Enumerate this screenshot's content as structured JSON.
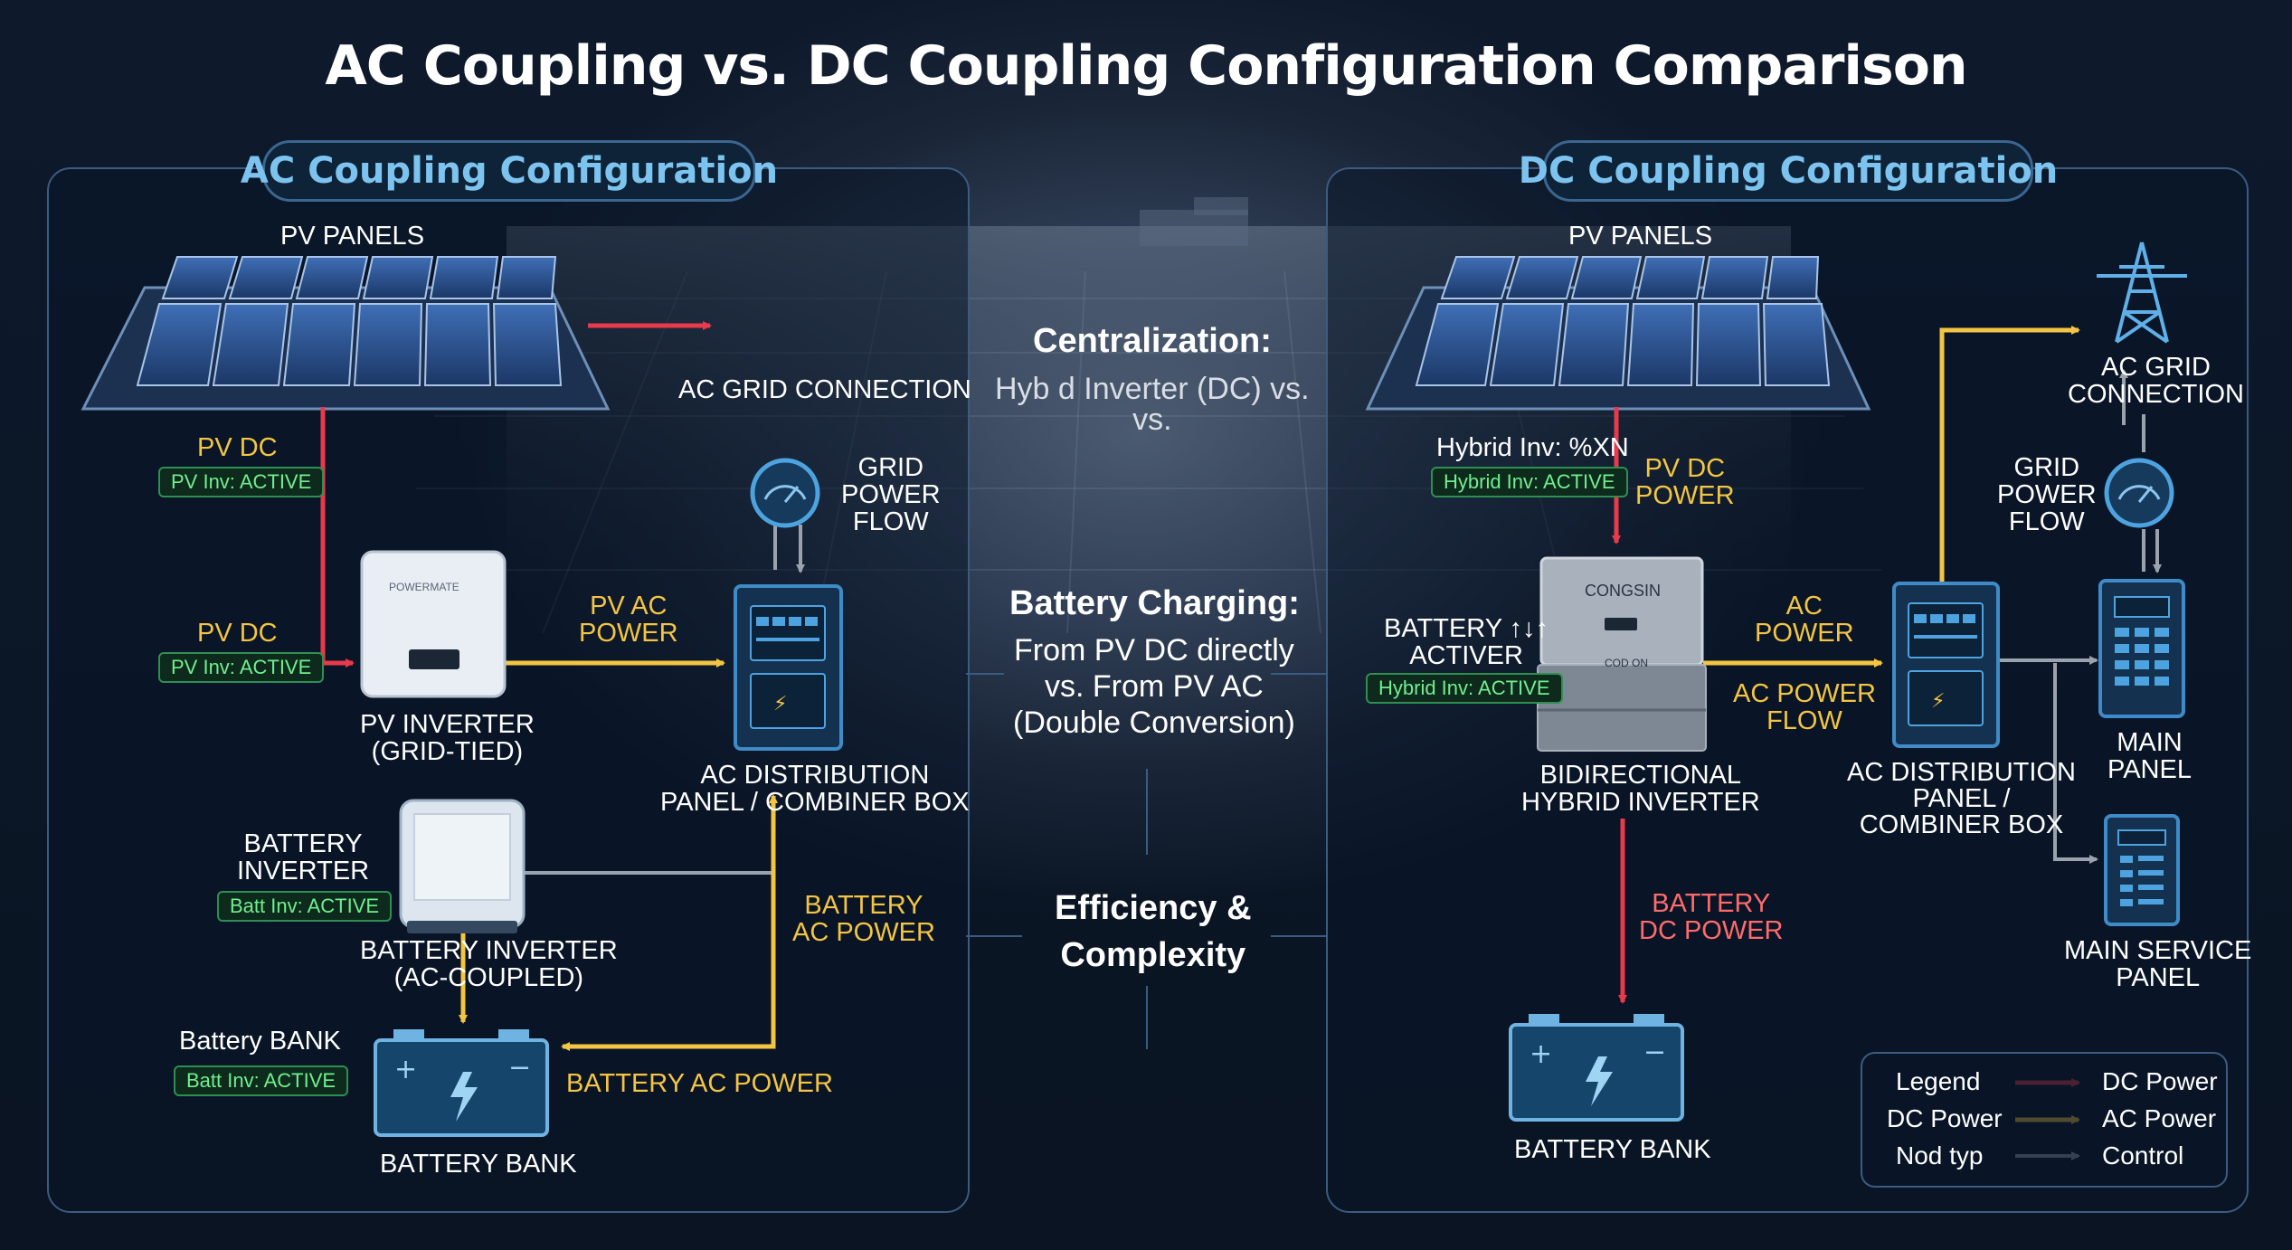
{
  "title": "AC Coupling vs. DC Coupling Configuration Comparison",
  "colors": {
    "dc_power": "#e83a4a",
    "ac_power": "#f4c542",
    "control": "#9aa3ad",
    "accent": "#7cc4ef",
    "active_badge": "#6ff08d"
  },
  "ac_section": {
    "header": "AC Coupling Configuration",
    "pv_panels": "PV PANELS",
    "ac_grid_connection": "AC GRID CONNECTION",
    "pv_dc_1": "PV DC",
    "pv_inv_active_1": "PV Inv: ACTIVE",
    "pv_dc_2": "PV DC",
    "pv_inv_active_2": "PV Inv: ACTIVE",
    "pv_inverter": [
      "PV INVERTER",
      "(GRID-TIED)"
    ],
    "pv_ac_power": [
      "PV AC",
      "POWER"
    ],
    "grid_power_flow": [
      "GRID",
      "POWER",
      "FLOW"
    ],
    "ac_distribution": [
      "AC DISTRIBUTION",
      "PANEL / COMBINER BOX"
    ],
    "battery_inverter_label": [
      "BATTERY",
      "INVERTER"
    ],
    "batt_inv_active_1": "Batt Inv: ACTIVE",
    "battery_inverter_caption": [
      "BATTERY INVERTER",
      "(AC-COUPLED)"
    ],
    "battery_ac_power_1": [
      "BATTERY",
      "AC POWER"
    ],
    "battery_bank_label": "Battery BANK",
    "batt_inv_active_2": "Batt Inv: ACTIVE",
    "battery_ac_power_2": "BATTERY AC POWER",
    "battery_bank": "BATTERY BANK"
  },
  "center": {
    "centralization_head": "Centralization:",
    "centralization_body": [
      "Hyb  d Inverter (DC) vs.",
      "vs."
    ],
    "battery_charging_head": "Battery Charging:",
    "battery_charging_body": [
      "From PV DC directly",
      "vs. From PV AC",
      "(Double Conversion)"
    ],
    "efficiency": [
      "Efficiency &",
      "Complexity"
    ]
  },
  "dc_section": {
    "header": "DC Coupling Configuration",
    "pv_panels": "PV PANELS",
    "hybrid_inv_status": "Hybrid Inv: %XN",
    "hybrid_inv_active_1": "Hybrid Inv: ACTIVE",
    "pv_dc_power": [
      "PV DC",
      "POWER"
    ],
    "inverter_brand": "CONGSIN",
    "inverter_brand_small": "COD  ON",
    "battery_active": [
      "BATTERY ↑↓↑",
      "ACTIVER"
    ],
    "hybrid_inv_active_2": "Hybrid Inv: ACTIVE",
    "ac_power": [
      "AC",
      "POWER"
    ],
    "ac_power_flow": [
      "AC POWER",
      "FLOW"
    ],
    "bidirectional": [
      "BIDIRECTIONAL",
      "HYBRID INVERTER"
    ],
    "ac_distribution": [
      "AC DISTRIBUTION",
      "PANEL /",
      "COMBINER BOX"
    ],
    "ac_grid_connection": [
      "AC GRID",
      "CONNECTION"
    ],
    "grid_power_flow": [
      "GRID",
      "POWER",
      "FLOW"
    ],
    "main_panel": [
      "MAIN",
      "PANEL"
    ],
    "main_service_panel": [
      "MAIN SERVICE",
      "PANEL"
    ],
    "battery_dc_power": [
      "BATTERY",
      "DC POWER"
    ],
    "battery_bank": "BATTERY BANK"
  },
  "legend": {
    "col1": [
      "Legend",
      "DC Power",
      "Nod typ"
    ],
    "col2": [
      "DC Power",
      "AC Power",
      "Control"
    ]
  }
}
